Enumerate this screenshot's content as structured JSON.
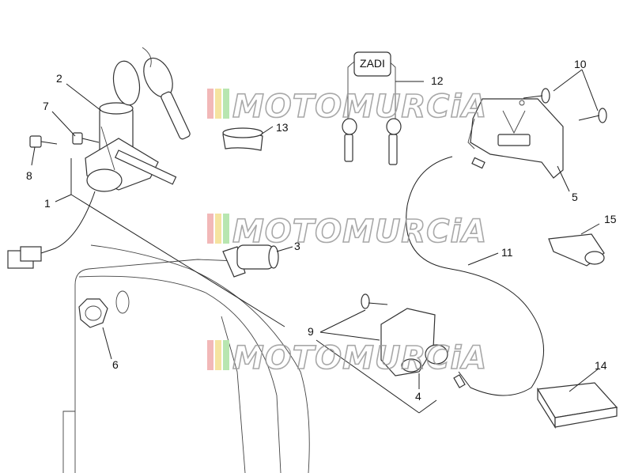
{
  "callouts": [
    {
      "n": "1"
    },
    {
      "n": "2"
    },
    {
      "n": "3"
    },
    {
      "n": "4"
    },
    {
      "n": "5"
    },
    {
      "n": "6"
    },
    {
      "n": "7"
    },
    {
      "n": "8"
    },
    {
      "n": "9"
    },
    {
      "n": "10"
    },
    {
      "n": "11"
    },
    {
      "n": "12"
    },
    {
      "n": "13"
    },
    {
      "n": "14"
    },
    {
      "n": "15"
    }
  ],
  "watermark": {
    "text": "MOTOMURCiA",
    "stripe_colors": [
      "#f2b8b8",
      "#f5e3a0",
      "#b8e6b0"
    ]
  },
  "key_brand": "ZADI"
}
